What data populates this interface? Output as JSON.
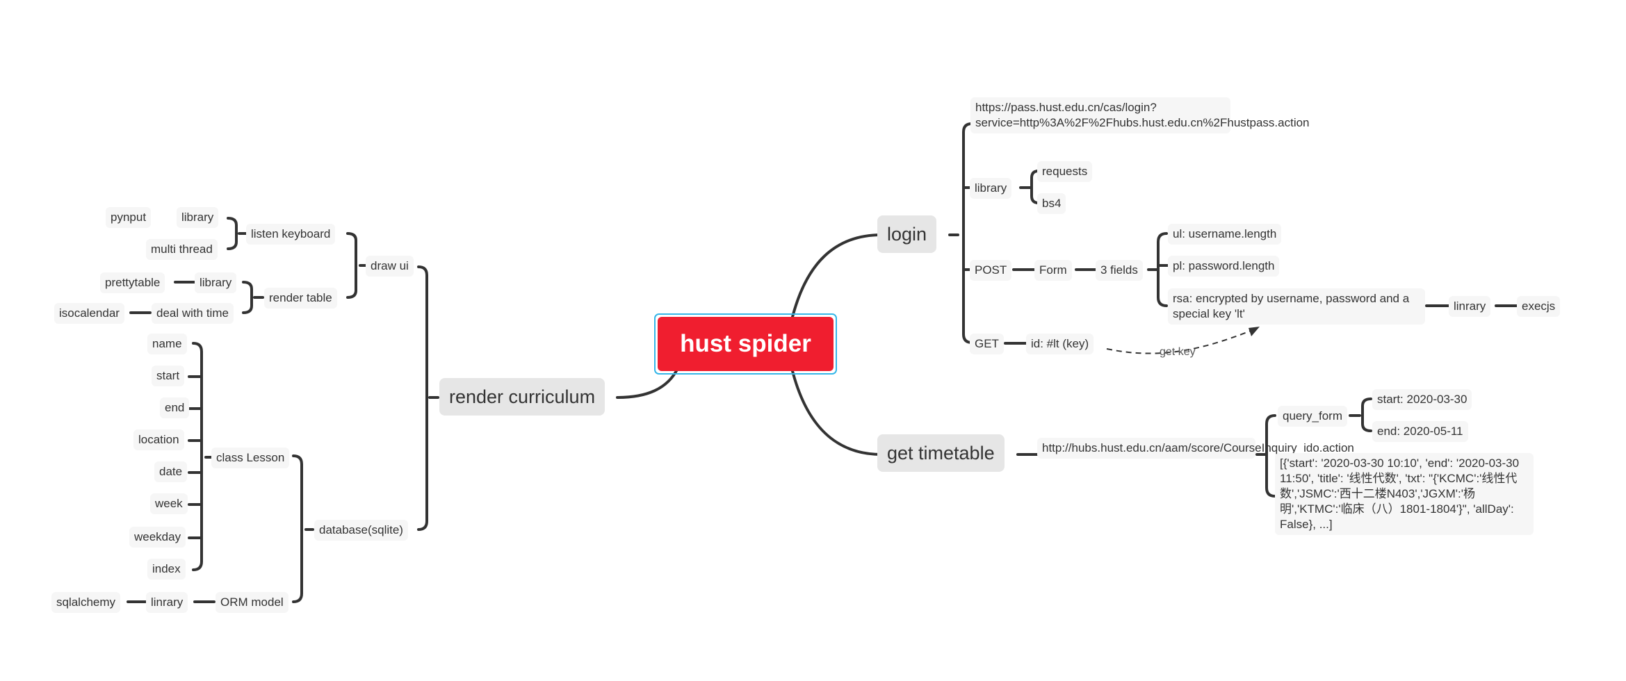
{
  "mindmap": {
    "root": "hust spider",
    "login": {
      "title": "login",
      "url": "https://pass.hust.edu.cn/cas/login?service=http%3A%2F%2Fhubs.hust.edu.cn%2Fhustpass.action",
      "library": "library",
      "requests": "requests",
      "bs4": "bs4",
      "post": "POST",
      "form": "Form",
      "fields": "3 fields",
      "ul": "ul: username.length",
      "pl": "pl: password.length",
      "rsa": "rsa: encrypted by username, password and a special key 'lt'",
      "linrary": "linrary",
      "execjs": "execjs",
      "get": "GET",
      "id": "id: #lt (key)",
      "get_key": "get key"
    },
    "timetable": {
      "title": "get timetable",
      "url": "http://hubs.hust.edu.cn/aam/score/CourseInquiry_ido.action",
      "query_form": "query_form",
      "start": "start: 2020-03-30",
      "end": "end: 2020-05-11",
      "result": "[{'start': '2020-03-30 10:10', 'end': '2020-03-30 11:50', 'title': '线性代数', 'txt': \"{'KCMC':'线性代数','JSMC':'西十二楼N403','JGXM':'杨明','KTMC':'临床（八）1801-1804'}\", 'allDay': False}, ...]"
    },
    "render": {
      "title": "render curriculum",
      "draw_ui": "draw ui",
      "listen_keyboard": "listen keyboard",
      "kb_library": "library",
      "pynput": "pynput",
      "multi_thread": "multi thread",
      "render_table": "render table",
      "tbl_library": "library",
      "prettytable": "prettytable",
      "deal_with_time": "deal with time",
      "isocalendar": "isocalendar",
      "database": "database(sqlite)",
      "class_lesson": "class Lesson",
      "fields": [
        "name",
        "start",
        "end",
        "location",
        "date",
        "week",
        "weekday",
        "index"
      ],
      "orm_model": "ORM model",
      "orm_linrary": "linrary",
      "sqlalchemy": "sqlalchemy"
    }
  }
}
